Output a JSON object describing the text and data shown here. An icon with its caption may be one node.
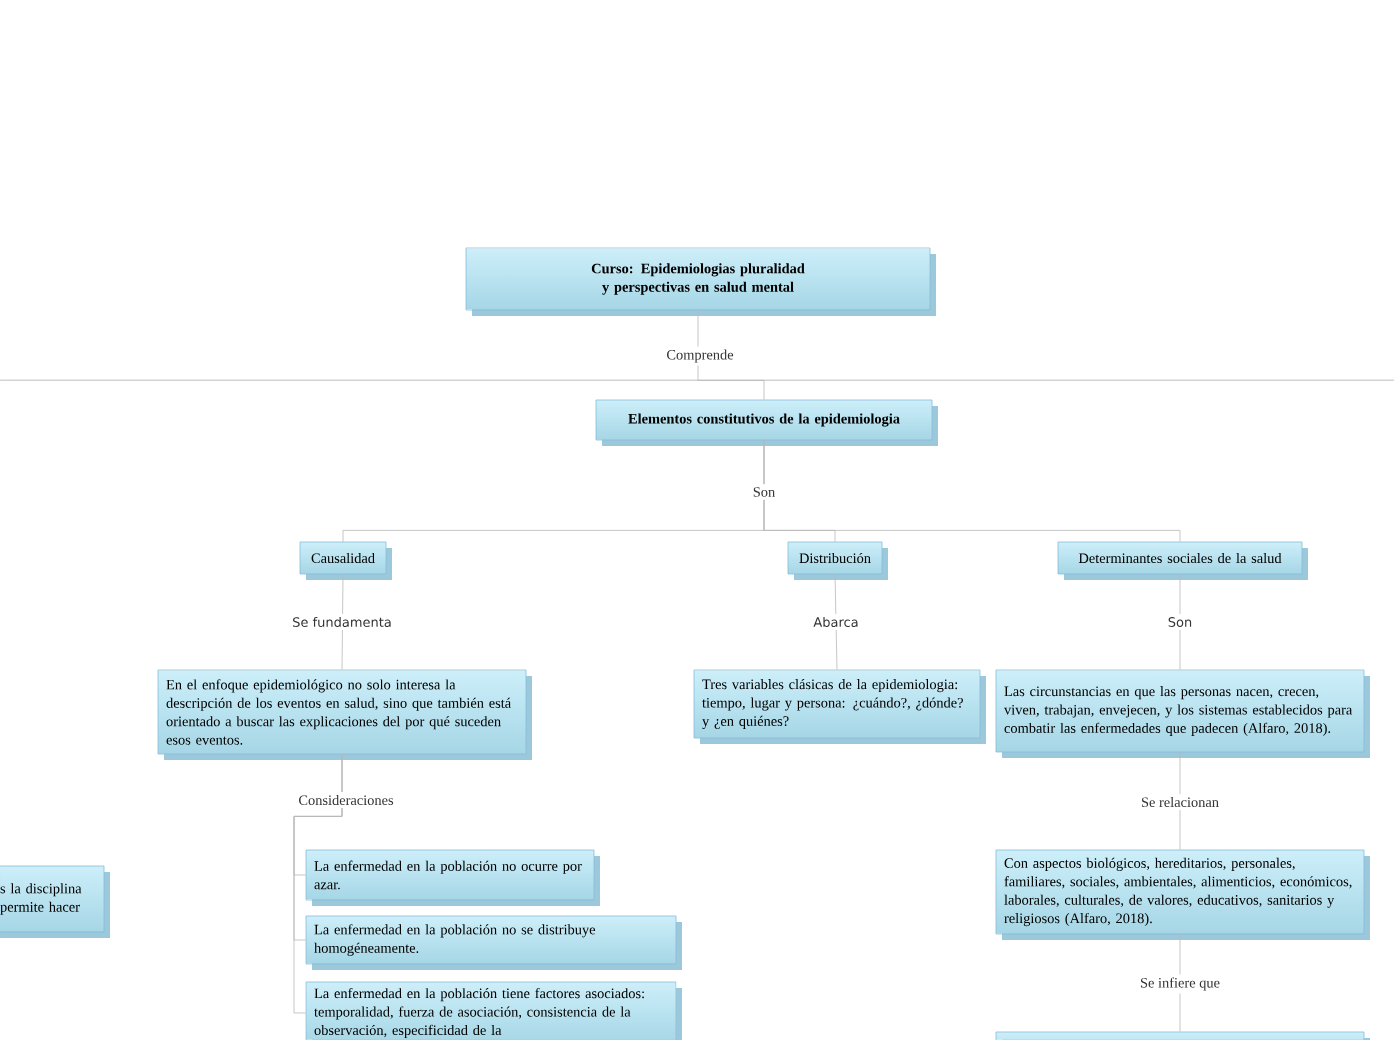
{
  "diagram": {
    "nodes": [
      {
        "text": [
          "Curso: Epidemiologias pluralidad y perspectivas en salud mental"
        ]
      },
      {
        "text": [
          "Elementos constitutivos de la epidemiologia"
        ]
      },
      {
        "text": [
          "Causalidad"
        ]
      },
      {
        "text": [
          "Distribución"
        ]
      },
      {
        "text": [
          "Determinantes sociales de la salud"
        ]
      },
      {
        "text": [
          "En el enfoque epidemiológico no solo interesa la descripción de los eventos en salud, sino que también está orientado a buscar las explicaciones del por qué suceden esos eventos."
        ]
      },
      {
        "text": [
          "Tres variables clásicas de la epidemiologia: tiempo, lugar y persona: ¿cuándo?, ¿dónde? y ¿en quiénes?"
        ]
      },
      {
        "text": [
          "Las circunstancias en que las personas nacen, crecen, viven, trabajan, envejecen, y los sistemas establecidos para combatir las enfermedades que padecen (Alfaro, 2018)."
        ]
      },
      {
        "text": [
          "La enfermedad en la población no ocurre por azar."
        ]
      },
      {
        "text": [
          "La enfermedad en la población no se distribuye homogéneamente."
        ]
      },
      {
        "text": [
          "La enfermedad en la población tiene factores asociados: temporalidad, fuerza de asociación, consistencia de la observación, especificidad de la"
        ]
      },
      {
        "text": [
          "Con aspectos biológicos, hereditarios, personales, familiares, sociales, ambientales, alimenticios, económicos, laborales, culturales, de valores, educativos, sanitarios y religiosos (Alfaro, 2018)."
        ]
      },
      {
        "text": [],
        "shape": "box"
      },
      {
        "text": [
          "s la disciplina permite hacer"
        ]
      }
    ],
    "edges": [
      {
        "from": 0,
        "to": 1,
        "arrow": "none",
        "label": "Comprende"
      },
      {
        "from": 1,
        "to": 2,
        "arrow": "none"
      },
      {
        "from": 1,
        "to": 3,
        "arrow": "none",
        "label": "Son"
      },
      {
        "from": 1,
        "to": 4,
        "arrow": "none"
      },
      {
        "from": 2,
        "to": 5,
        "arrow": "none",
        "label": "Se fundamenta"
      },
      {
        "from": 3,
        "to": 6,
        "arrow": "none",
        "label": "Abarca"
      },
      {
        "from": 4,
        "to": 7,
        "arrow": "none",
        "label": "Son"
      },
      {
        "from": 5,
        "to": 8,
        "arrow": "none",
        "label": "Consideraciones"
      },
      {
        "from": 5,
        "to": 9,
        "arrow": "none"
      },
      {
        "from": 5,
        "to": 10,
        "arrow": "none"
      },
      {
        "from": 7,
        "to": 11,
        "arrow": "none",
        "label": "Se relacionan"
      },
      {
        "from": 11,
        "to": 12,
        "arrow": "none",
        "label": "Se infiere que"
      }
    ]
  }
}
